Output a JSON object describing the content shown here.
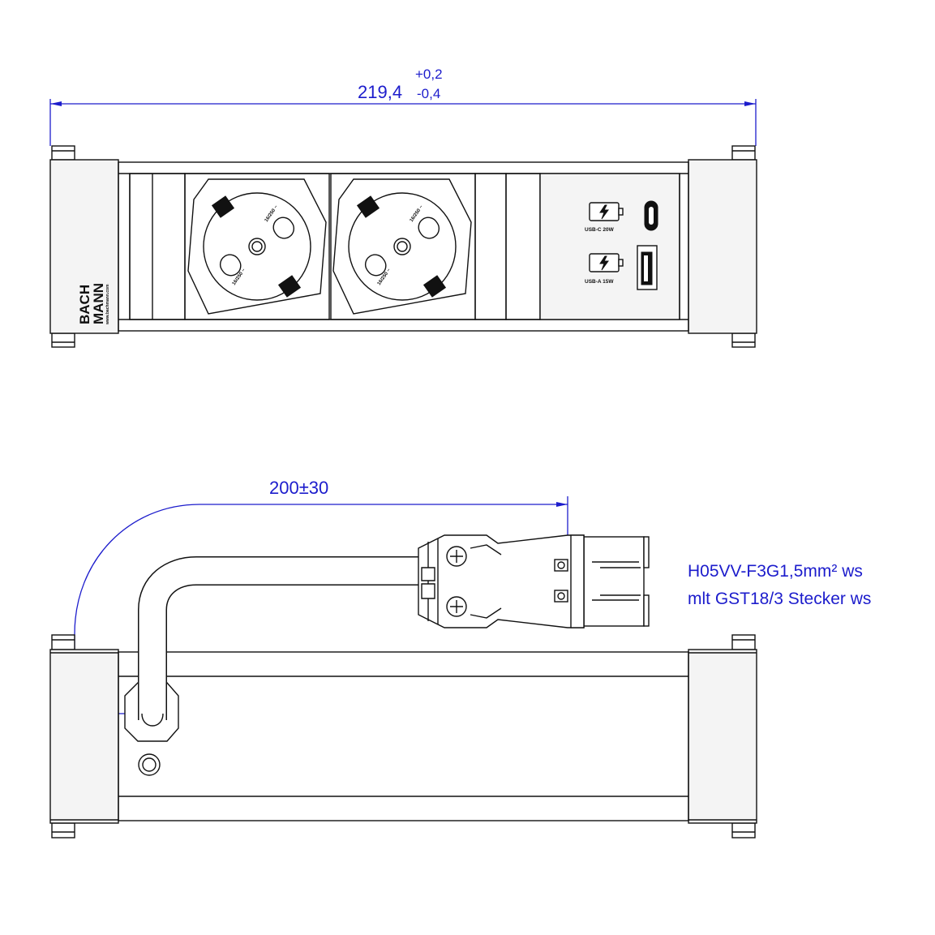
{
  "front_view": {
    "width_dimension": {
      "nominal": "219,4",
      "upper_tolerance": "+0,2",
      "lower_tolerance": "-0,4"
    },
    "brand_logo": [
      "BACH",
      "MANN"
    ],
    "brand_url": "www.bachmann.com",
    "usb_modules": [
      {
        "label": "USB-C 20W"
      },
      {
        "label": "USB-A 15W"
      }
    ],
    "socket_label_top": "16/250 ~",
    "socket_label_bottom": "16/250 ~"
  },
  "side_view": {
    "cable_length_dimension": "200±30",
    "cable_note_lines": [
      "H05VV-F3G1,5mm² ws",
      "mlt GST18/3  Stecker ws"
    ]
  },
  "colors": {
    "dimension": "#1c1ccc",
    "line": "#111111"
  }
}
